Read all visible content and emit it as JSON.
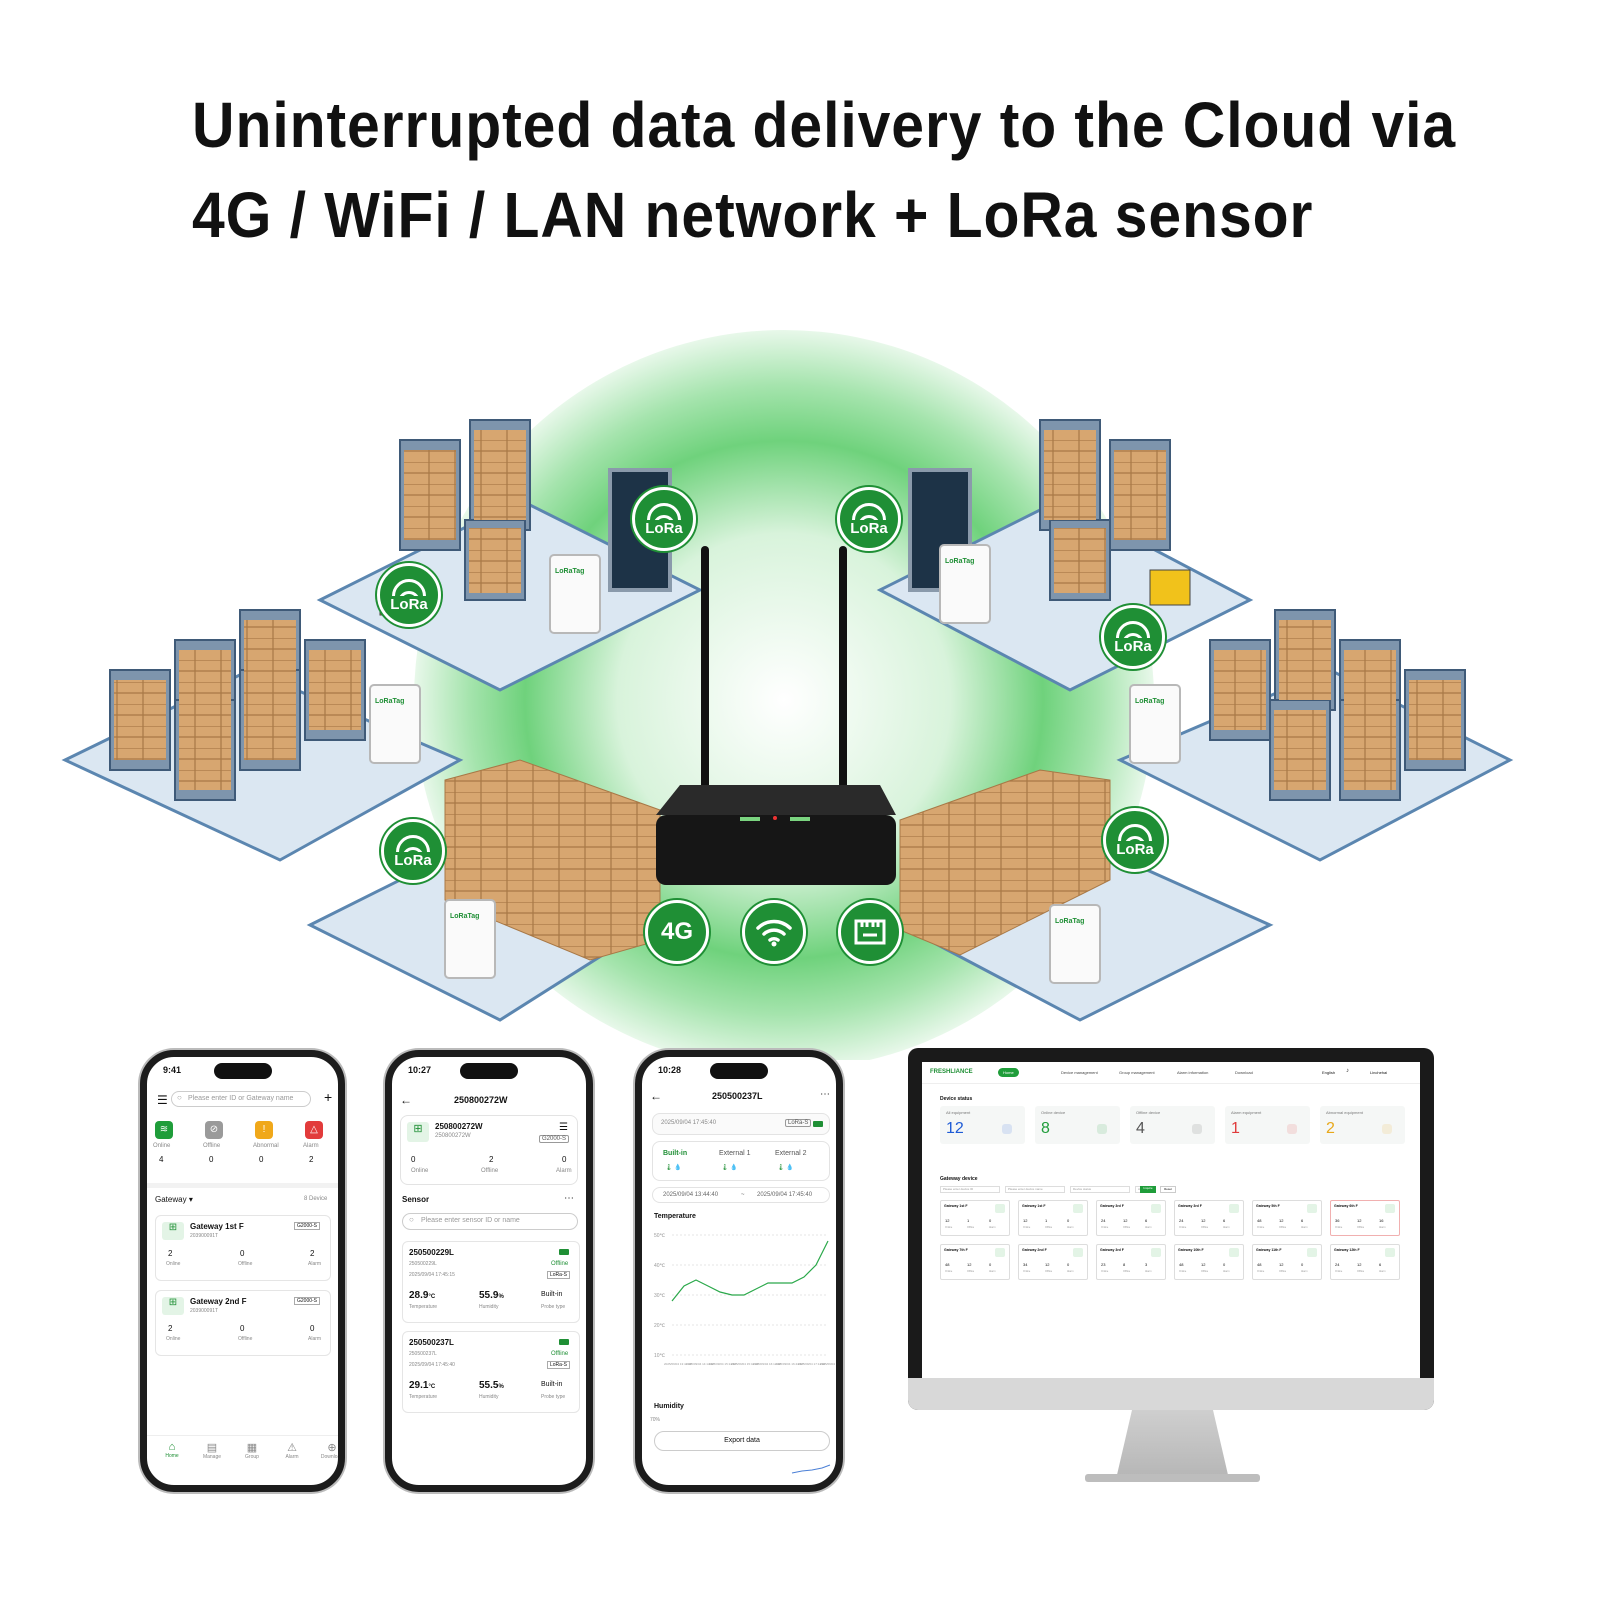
{
  "headline": {
    "line1": "Uninterrupted data delivery to the Cloud via",
    "line2": "4G / WiFi / LAN network + LoRa sensor"
  },
  "badges": {
    "lora": "LoRa",
    "g4": "4G"
  },
  "colors": {
    "green": "#1f8f35",
    "halo": "#5fd06f"
  },
  "logger": {
    "brand": "LoRaTag"
  },
  "phone1": {
    "time": "9:41",
    "search": "Please enter ID or Gateway name",
    "status": [
      {
        "label": "Online",
        "count": "4"
      },
      {
        "label": "Offline",
        "count": "0"
      },
      {
        "label": "Abnormal",
        "count": "0"
      },
      {
        "label": "Alarm",
        "count": "2"
      }
    ],
    "gateway_header": "Gateway",
    "device_count": "8 Device",
    "gateways": [
      {
        "name": "Gateway 1st F",
        "id": "203900091T",
        "model": "G2000-S",
        "online": "2",
        "offline": "0",
        "alarm": "2"
      },
      {
        "name": "Gateway 2nd F",
        "id": "203900091T",
        "model": "G2000-S",
        "online": "2",
        "offline": "0",
        "alarm": "0"
      }
    ],
    "labels": {
      "online": "Online",
      "offline": "Offline",
      "alarm": "Alarm"
    },
    "nav": [
      "Home",
      "Manage",
      "Group",
      "Alarm",
      "Download"
    ]
  },
  "phone2": {
    "time": "10:27",
    "title": "250800272W",
    "gateway": {
      "name": "250800272W",
      "id": "250800272W",
      "model": "G2000-S",
      "online": "0",
      "offline": "2",
      "alarm": "0"
    },
    "labels": {
      "online": "Online",
      "offline": "Offline",
      "alarm": "Alarm",
      "temperature": "Temperature",
      "humidity": "Humidity",
      "probe": "Probe type"
    },
    "sensor_header": "Sensor",
    "search": "Please enter sensor ID or name",
    "sensors": [
      {
        "name": "250500229L",
        "id": "250500229L",
        "status": "Offline",
        "time": "2025/09/04 17:45:15",
        "model": "LoRa-S",
        "temp": "28.9",
        "temp_unit": "°C",
        "hum": "55.9",
        "hum_unit": "%",
        "probe": "Built-in"
      },
      {
        "name": "250500237L",
        "id": "250500237L",
        "status": "Offline",
        "time": "2025/09/04 17:45:40",
        "model": "LoRa-S",
        "temp": "29.1",
        "temp_unit": "°C",
        "hum": "55.5",
        "hum_unit": "%",
        "probe": "Built-in"
      }
    ]
  },
  "phone3": {
    "time": "10:28",
    "title": "250500237L",
    "timestamp": "2025/09/04 17:45:40",
    "model": "LoRa-S",
    "probes": [
      "Built-in",
      "External 1",
      "External 2"
    ],
    "range_from": "2025/09/04 13:44:40",
    "range_sep": "~",
    "range_to": "2025/09/04 17:45:40",
    "chart_temp_title": "Temperature",
    "chart_hum_title": "Humidity",
    "export": "Export data",
    "hum_tick": "70%",
    "chart_data": {
      "type": "line",
      "title": "Temperature",
      "yticks": [
        "50℃",
        "40℃",
        "30℃",
        "20℃",
        "10℃"
      ],
      "ylim": [
        10,
        50
      ],
      "xticks": [
        "2025/09/04 13:44:40",
        "2025/09/04 14:14:40",
        "2025/09/04 15:14:40",
        "2025/09/04 15:44:40",
        "2025/09/04 16:14:40",
        "2025/09/04 16:44:40",
        "2025/09/04 17:14:40",
        "2025/09/04 17:44:40"
      ],
      "values": [
        28,
        33,
        35,
        33,
        31,
        30,
        30,
        32,
        34,
        34,
        34,
        36,
        40,
        48
      ]
    }
  },
  "desktop": {
    "brand": "FRESHLIANCE",
    "nav": [
      "Home",
      "Device management",
      "Group management",
      "Alarm information",
      "Download"
    ],
    "lang": "English",
    "user": "Linchehai",
    "section_status": "Device status",
    "stats": [
      {
        "label": "All equipment",
        "value": "12",
        "color": "#1e5bd6"
      },
      {
        "label": "Online device",
        "value": "8",
        "color": "#1f9d3a"
      },
      {
        "label": "Offline device",
        "value": "4",
        "color": "#555555"
      },
      {
        "label": "Alarm equipment",
        "value": "1",
        "color": "#e03b3b"
      },
      {
        "label": "Abnormal equipment",
        "value": "2",
        "color": "#e8a81a"
      }
    ],
    "section_gateway": "Gateway device",
    "filters": [
      "Please enter device ID",
      "Please enter device name",
      "Device status",
      "All"
    ],
    "buttons": [
      "Inquire",
      "Reset"
    ],
    "tiles": [
      {
        "name": "Gateway 1st F",
        "a": "12",
        "b": "1",
        "c": "0"
      },
      {
        "name": "Gateway 1st F",
        "a": "12",
        "b": "1",
        "c": "0"
      },
      {
        "name": "Gateway 3rd F",
        "a": "24",
        "b": "12",
        "c": "6"
      },
      {
        "name": "Gateway 3rd F",
        "a": "24",
        "b": "12",
        "c": "6"
      },
      {
        "name": "Gateway 5th F",
        "a": "48",
        "b": "12",
        "c": "6"
      },
      {
        "name": "Gateway 6th F",
        "a": "36",
        "b": "12",
        "c": "16"
      },
      {
        "name": "Gateway 7th F",
        "a": "48",
        "b": "12",
        "c": "0"
      },
      {
        "name": "Gateway 2nd F",
        "a": "34",
        "b": "12",
        "c": "0"
      },
      {
        "name": "Gateway 3rd F",
        "a": "23",
        "b": "8",
        "c": "3"
      },
      {
        "name": "Gateway 10th F",
        "a": "48",
        "b": "12",
        "c": "0"
      },
      {
        "name": "Gateway 11th F",
        "a": "48",
        "b": "12",
        "c": "0"
      },
      {
        "name": "Gateway 12th F",
        "a": "24",
        "b": "12",
        "c": "6"
      }
    ],
    "tile_labels": [
      "Online",
      "Offline",
      "Alarm"
    ]
  }
}
